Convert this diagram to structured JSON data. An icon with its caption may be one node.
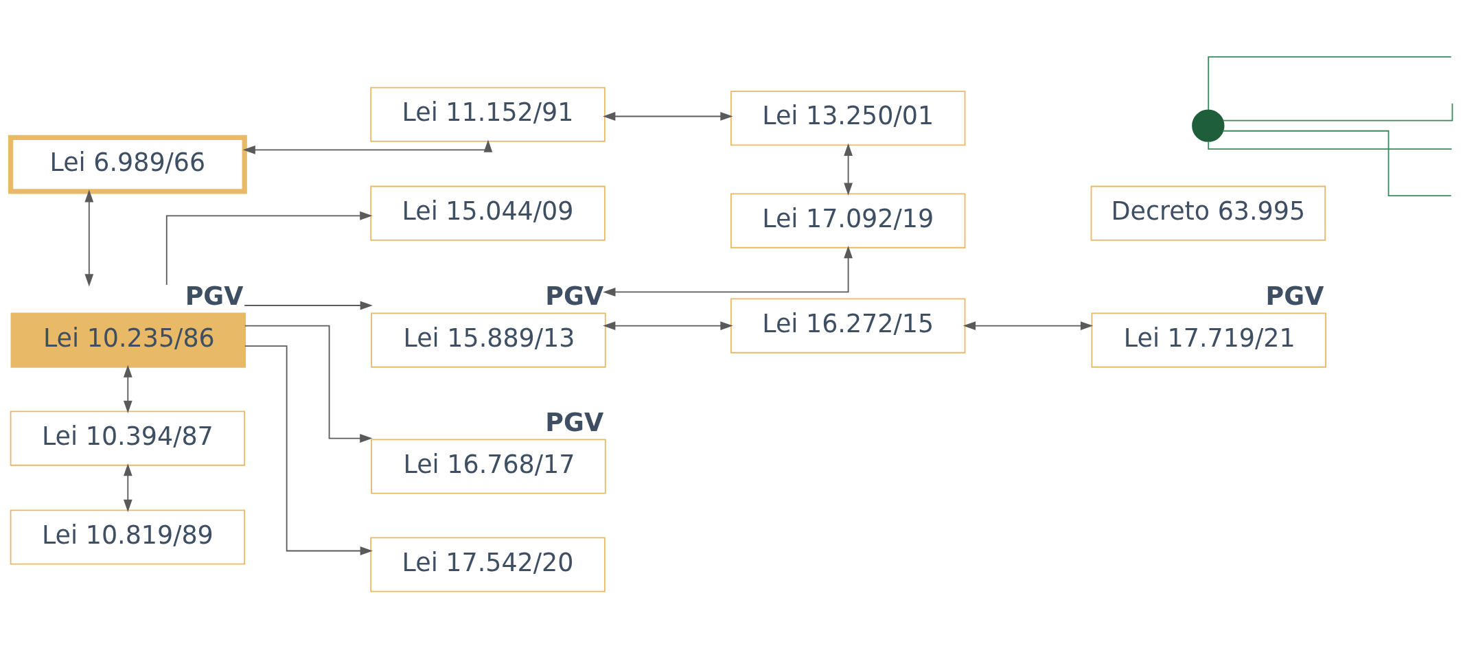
{
  "diagram": {
    "nodes": [
      {
        "text": [
          "Lei 6.989/66"
        ]
      },
      {
        "text": [
          "Lei 11.152/91"
        ]
      },
      {
        "text": [
          "Lei 13.250/01"
        ]
      },
      {
        "text": [
          "Lei 17.092/19"
        ]
      },
      {
        "text": [
          "Lei 10.235/86"
        ],
        "beside": [
          "PGV"
        ]
      },
      {
        "text": [
          "Lei 15.044/09"
        ]
      },
      {
        "text": [
          "Lei 15.889/13"
        ],
        "beside": [
          "PGV"
        ]
      },
      {
        "text": [
          "Lei 16.272/15"
        ]
      },
      {
        "text": [
          "Lei 17.719/21"
        ],
        "beside": [
          "PGV"
        ]
      },
      {
        "text": [
          "Lei 10.394/87"
        ]
      },
      {
        "text": [
          "Decreto 63.995"
        ]
      },
      {
        "text": [
          "Lei 16.768/17"
        ],
        "beside": [
          "PGV"
        ]
      },
      {
        "text": [
          "Lei 10.819/89"
        ]
      },
      {
        "text": [
          "Lei 17.542/20"
        ]
      },
      {
        "text": [],
        "shape": "circle"
      }
    ],
    "edges": [
      {
        "from": 0,
        "to": 1,
        "arrow": "both"
      },
      {
        "from": 1,
        "to": 2,
        "arrow": "both"
      },
      {
        "from": 2,
        "to": 3,
        "arrow": "both"
      },
      {
        "from": 0,
        "to": 4,
        "arrow": "both"
      },
      {
        "from": 4,
        "to": 5,
        "arrow": "to"
      },
      {
        "from": 4,
        "to": 6,
        "arrow": "to"
      },
      {
        "from": 4,
        "to": 11,
        "arrow": "to"
      },
      {
        "from": 4,
        "to": 13,
        "arrow": "to"
      },
      {
        "from": 3,
        "to": 6,
        "arrow": "both"
      },
      {
        "from": 6,
        "to": 7,
        "arrow": "both"
      },
      {
        "from": 7,
        "to": 8,
        "arrow": "both"
      },
      {
        "from": 4,
        "to": 9,
        "arrow": "both"
      },
      {
        "from": 9,
        "to": 12,
        "arrow": "both"
      },
      {
        "from": 14,
        "to": null,
        "arrow": "none",
        "color": "#3a8a5c"
      },
      {
        "from": 14,
        "to": null,
        "arrow": "none",
        "color": "#3a8a5c"
      },
      {
        "from": 14,
        "to": null,
        "arrow": "none",
        "color": "#3a8a5c"
      },
      {
        "from": 14,
        "to": null,
        "arrow": "none",
        "color": "#3a8a5c"
      }
    ]
  }
}
